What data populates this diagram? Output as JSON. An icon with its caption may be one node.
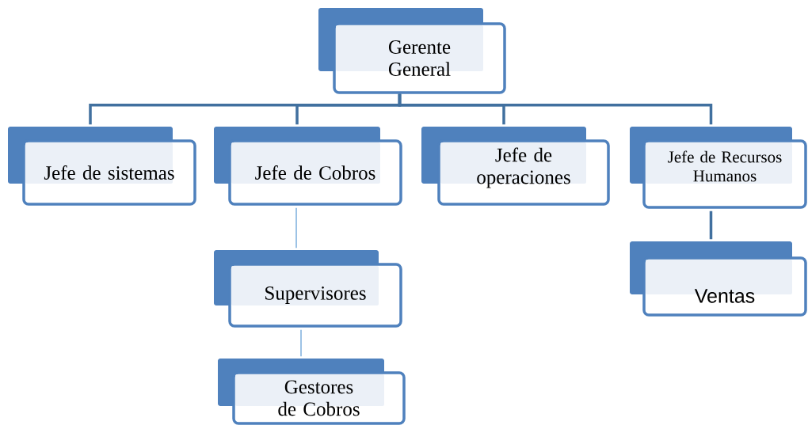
{
  "diagram": {
    "nodes": [
      {
        "text": [
          "Gerente General"
        ]
      },
      {
        "text": [
          "Jefe de sistemas"
        ]
      },
      {
        "text": [
          "Jefe de Cobros"
        ]
      },
      {
        "text": [
          "Jefe de operaciones"
        ]
      },
      {
        "text": [
          "Jefe de Recursos Humanos"
        ]
      },
      {
        "text": [
          "Supervisores"
        ]
      },
      {
        "text": [
          "Ventas"
        ]
      },
      {
        "text": [
          "Gestores de Cobros"
        ]
      }
    ],
    "edges": [
      {
        "from": 0,
        "to": 1,
        "arrow": "none"
      },
      {
        "from": 0,
        "to": 2,
        "arrow": "none"
      },
      {
        "from": 0,
        "to": 3,
        "arrow": "none"
      },
      {
        "from": 0,
        "to": 4,
        "arrow": "none"
      },
      {
        "from": 2,
        "to": 5,
        "arrow": "none",
        "color": "#5b9bd5"
      },
      {
        "from": 4,
        "to": 6,
        "arrow": "none"
      },
      {
        "from": 5,
        "to": 7,
        "arrow": "none",
        "color": "#5b9bd5"
      }
    ]
  }
}
